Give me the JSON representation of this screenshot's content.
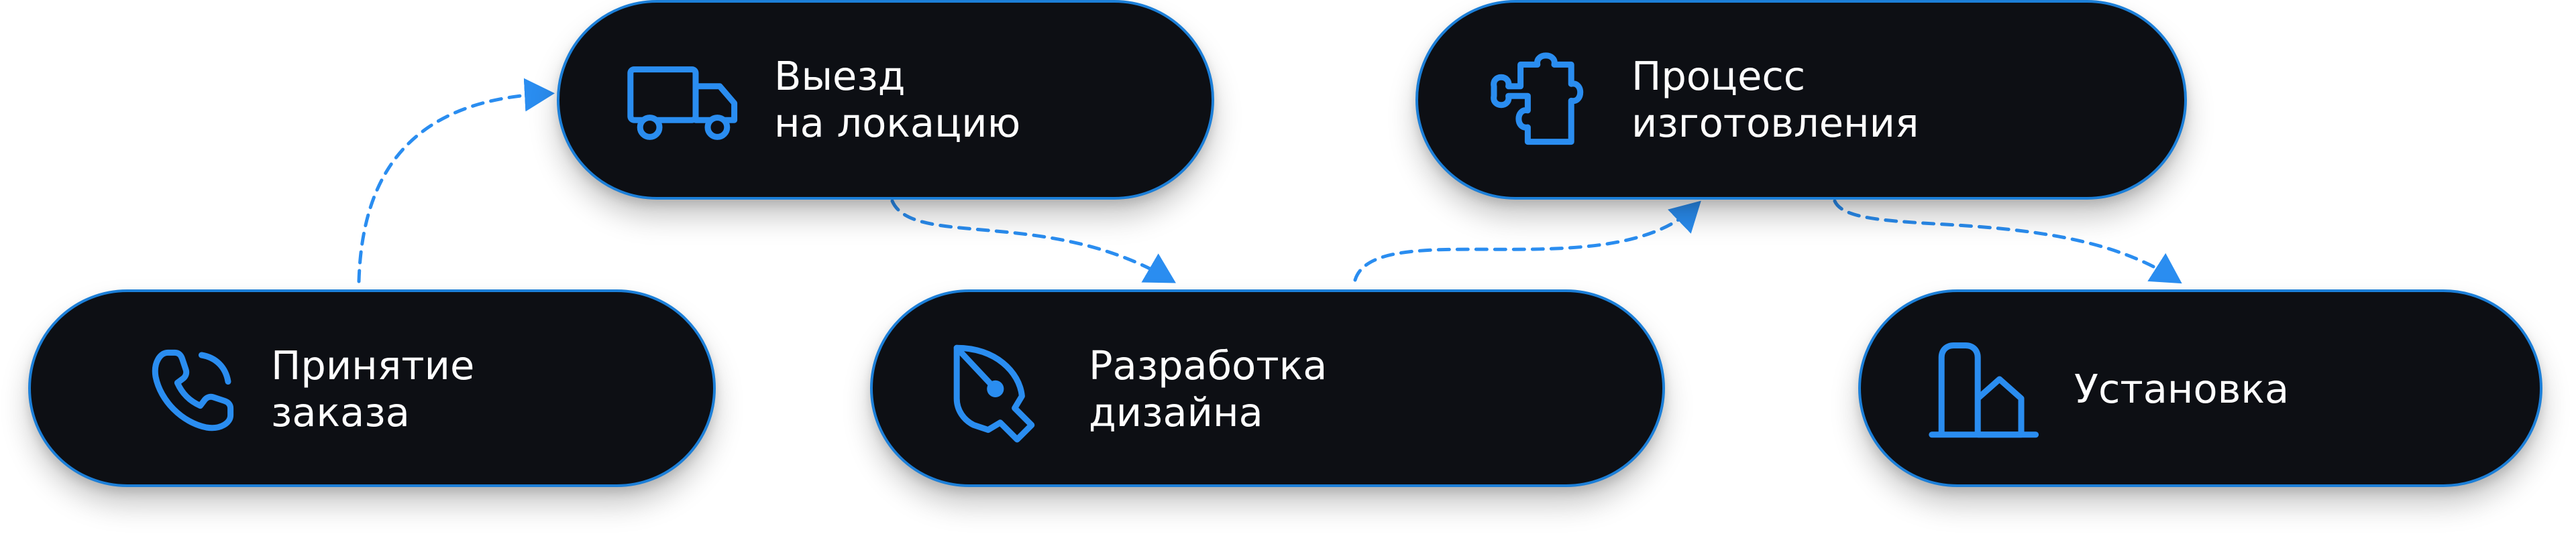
{
  "colors": {
    "pill_background": "#0d0f14",
    "accent": "#2a8df0",
    "text": "#ffffff",
    "connector": "#2a8df0"
  },
  "steps": [
    {
      "label_lines": [
        "Принятие",
        "заказа"
      ],
      "icon": "phone-icon"
    },
    {
      "label_lines": [
        "Выезд",
        "на локацию"
      ],
      "icon": "truck-icon"
    },
    {
      "label_lines": [
        "Разработка",
        "дизайна"
      ],
      "icon": "pen-nib-icon"
    },
    {
      "label_lines": [
        "Процесс",
        "изготовления"
      ],
      "icon": "puzzle-icon"
    },
    {
      "label_lines": [
        "Установка"
      ],
      "icon": "buildings-icon"
    }
  ]
}
